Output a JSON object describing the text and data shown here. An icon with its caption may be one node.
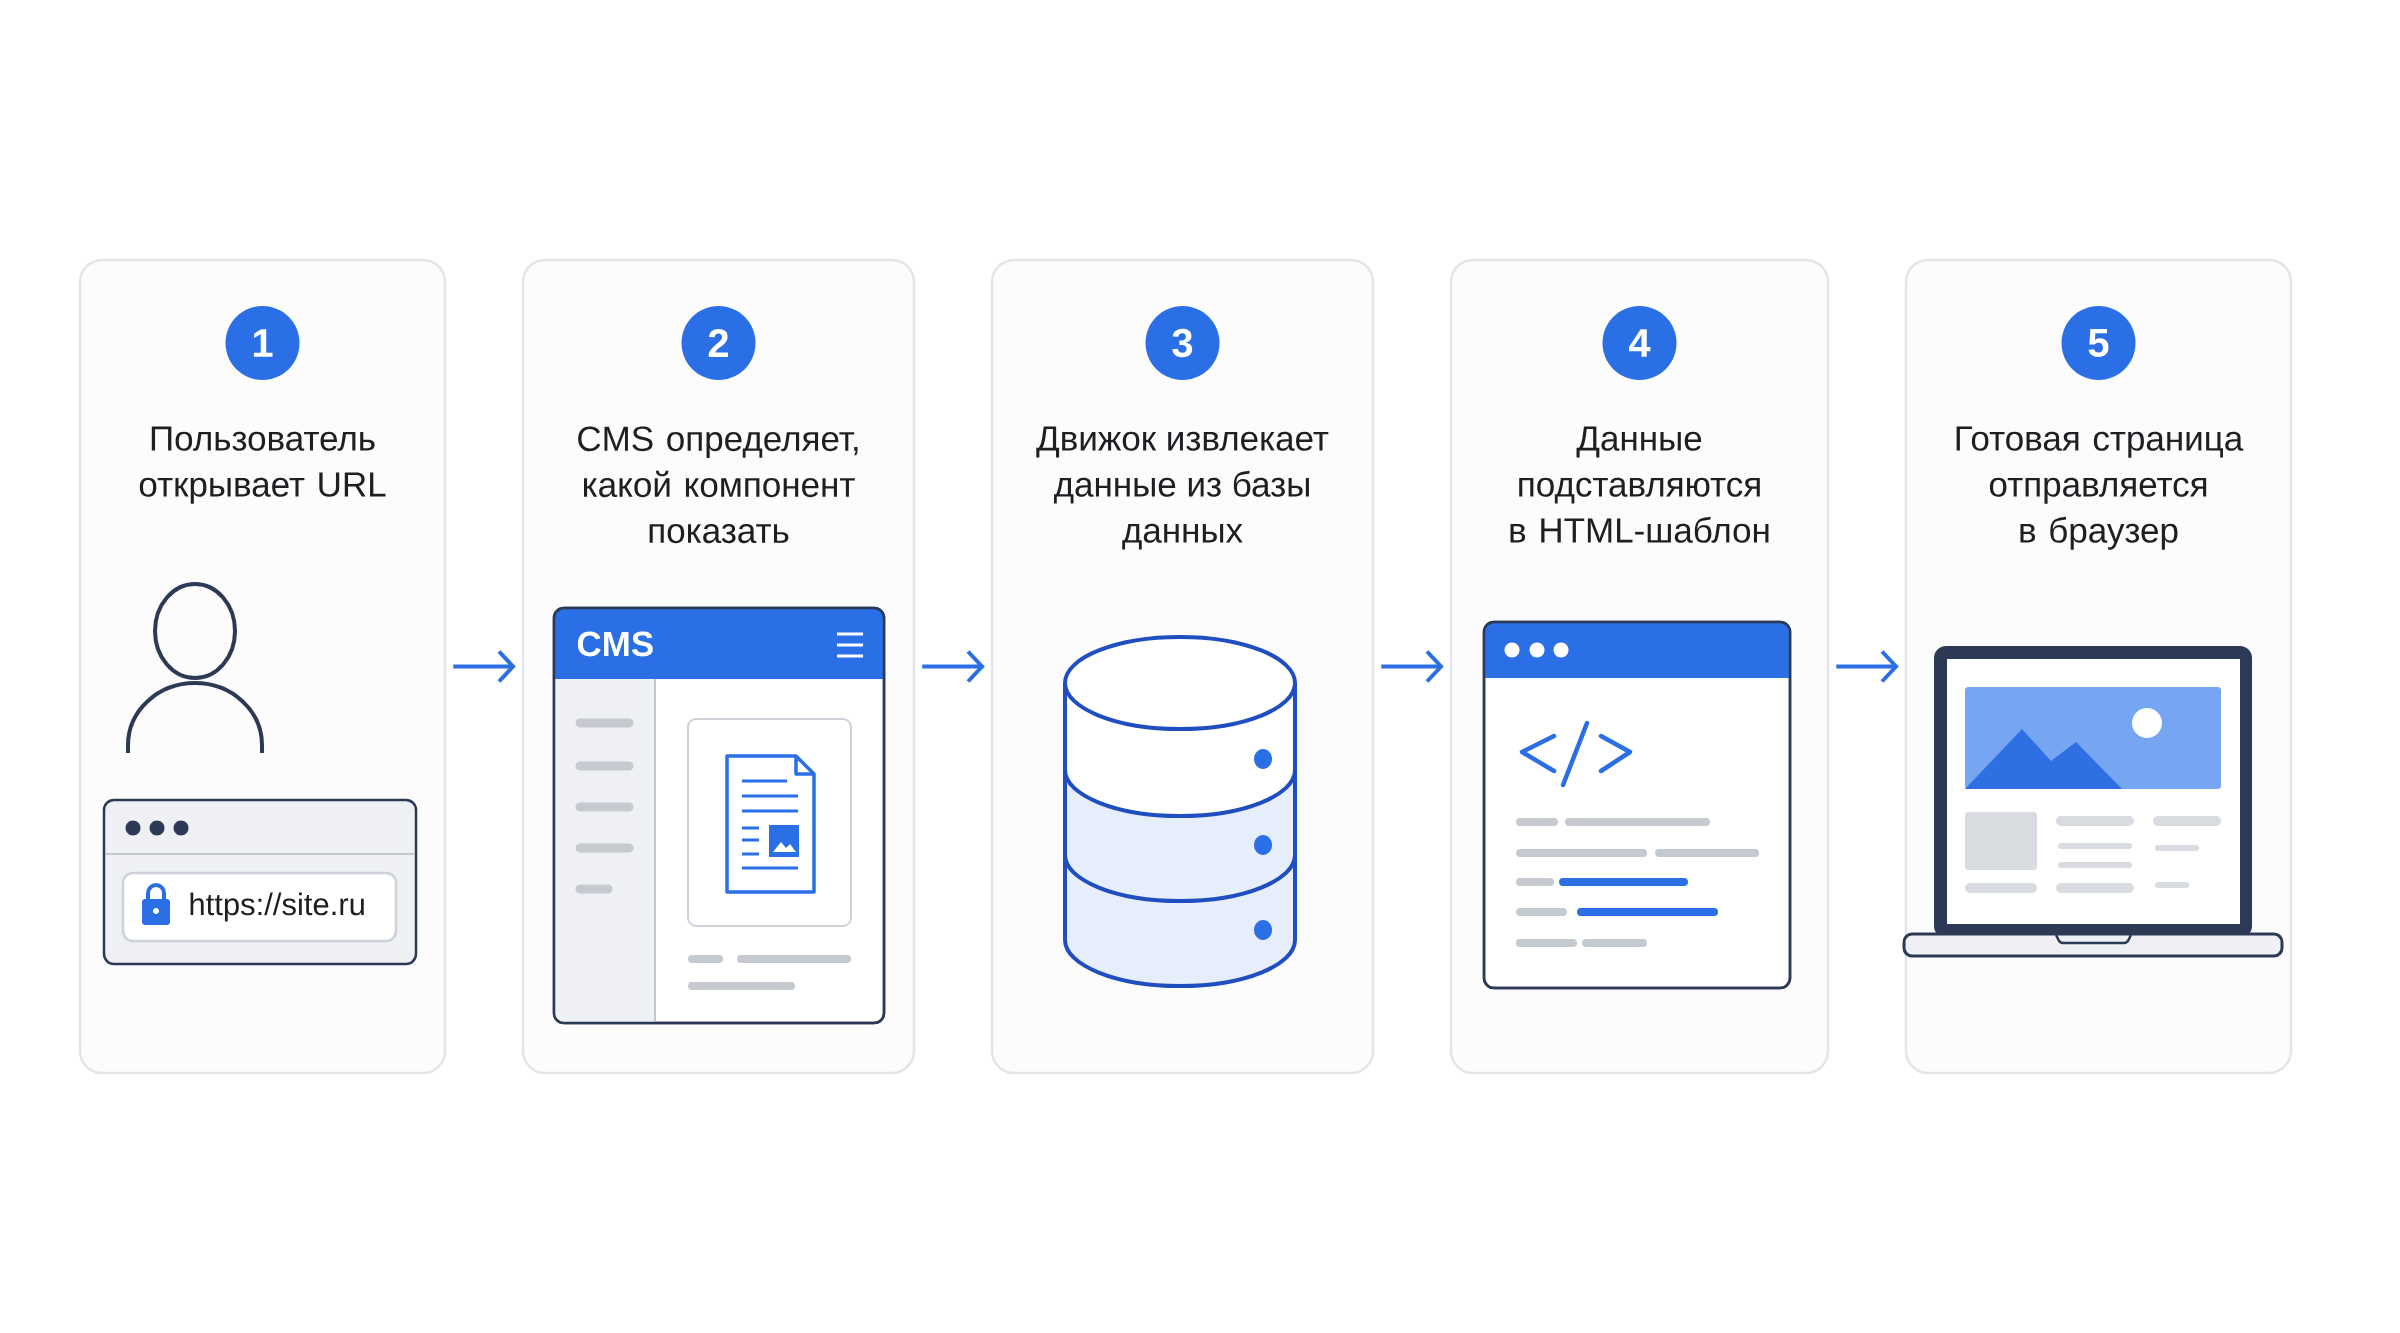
{
  "diagram": {
    "nodes": [
      {
        "text": [
          "Пользователь открывает URL"
        ]
      },
      {
        "text": [
          "1"
        ],
        "in": 0
      },
      {
        "text": [
          "https://site.ru"
        ],
        "in": 0
      },
      {
        "text": [
          "CMS определяет, какой компонент показать"
        ]
      },
      {
        "text": [
          "2"
        ],
        "in": 3
      },
      {
        "text": [
          "CMS"
        ],
        "in": 3
      },
      {
        "text": [
          "Движок извлекает данные из базы данных"
        ]
      },
      {
        "text": [
          "3"
        ],
        "in": 6
      },
      {
        "text": [
          "Данные подставляются в HTML-шаблон"
        ]
      },
      {
        "text": [
          "4"
        ],
        "in": 8
      },
      {
        "text": [],
        "shape": "box",
        "in": 8
      },
      {
        "text": [
          "Готовая страница отправляется в браузер"
        ]
      },
      {
        "text": [
          "5"
        ],
        "in": 11
      }
    ],
    "edges": [
      {
        "from": 0,
        "to": 3,
        "arrow": "to"
      },
      {
        "from": 3,
        "to": 6,
        "arrow": "to"
      },
      {
        "from": 6,
        "to": 8,
        "arrow": "to"
      },
      {
        "from": 8,
        "to": 11,
        "arrow": "to"
      }
    ]
  }
}
